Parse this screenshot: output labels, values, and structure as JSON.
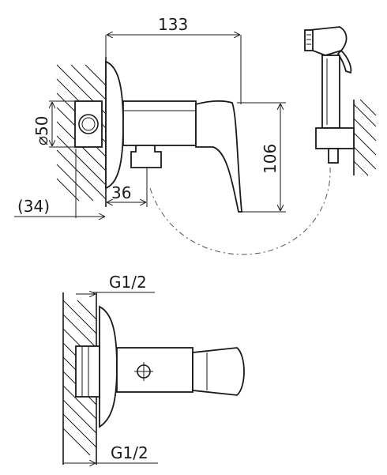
{
  "drawing": {
    "top_view": {
      "dim_width": "133",
      "dim_height": "106",
      "dim_diameter": "⌀50",
      "dim_offset": "36",
      "dim_wall": "(34)"
    },
    "bottom_view": {
      "thread_top": "G1/2",
      "thread_bottom": "G1/2"
    }
  }
}
